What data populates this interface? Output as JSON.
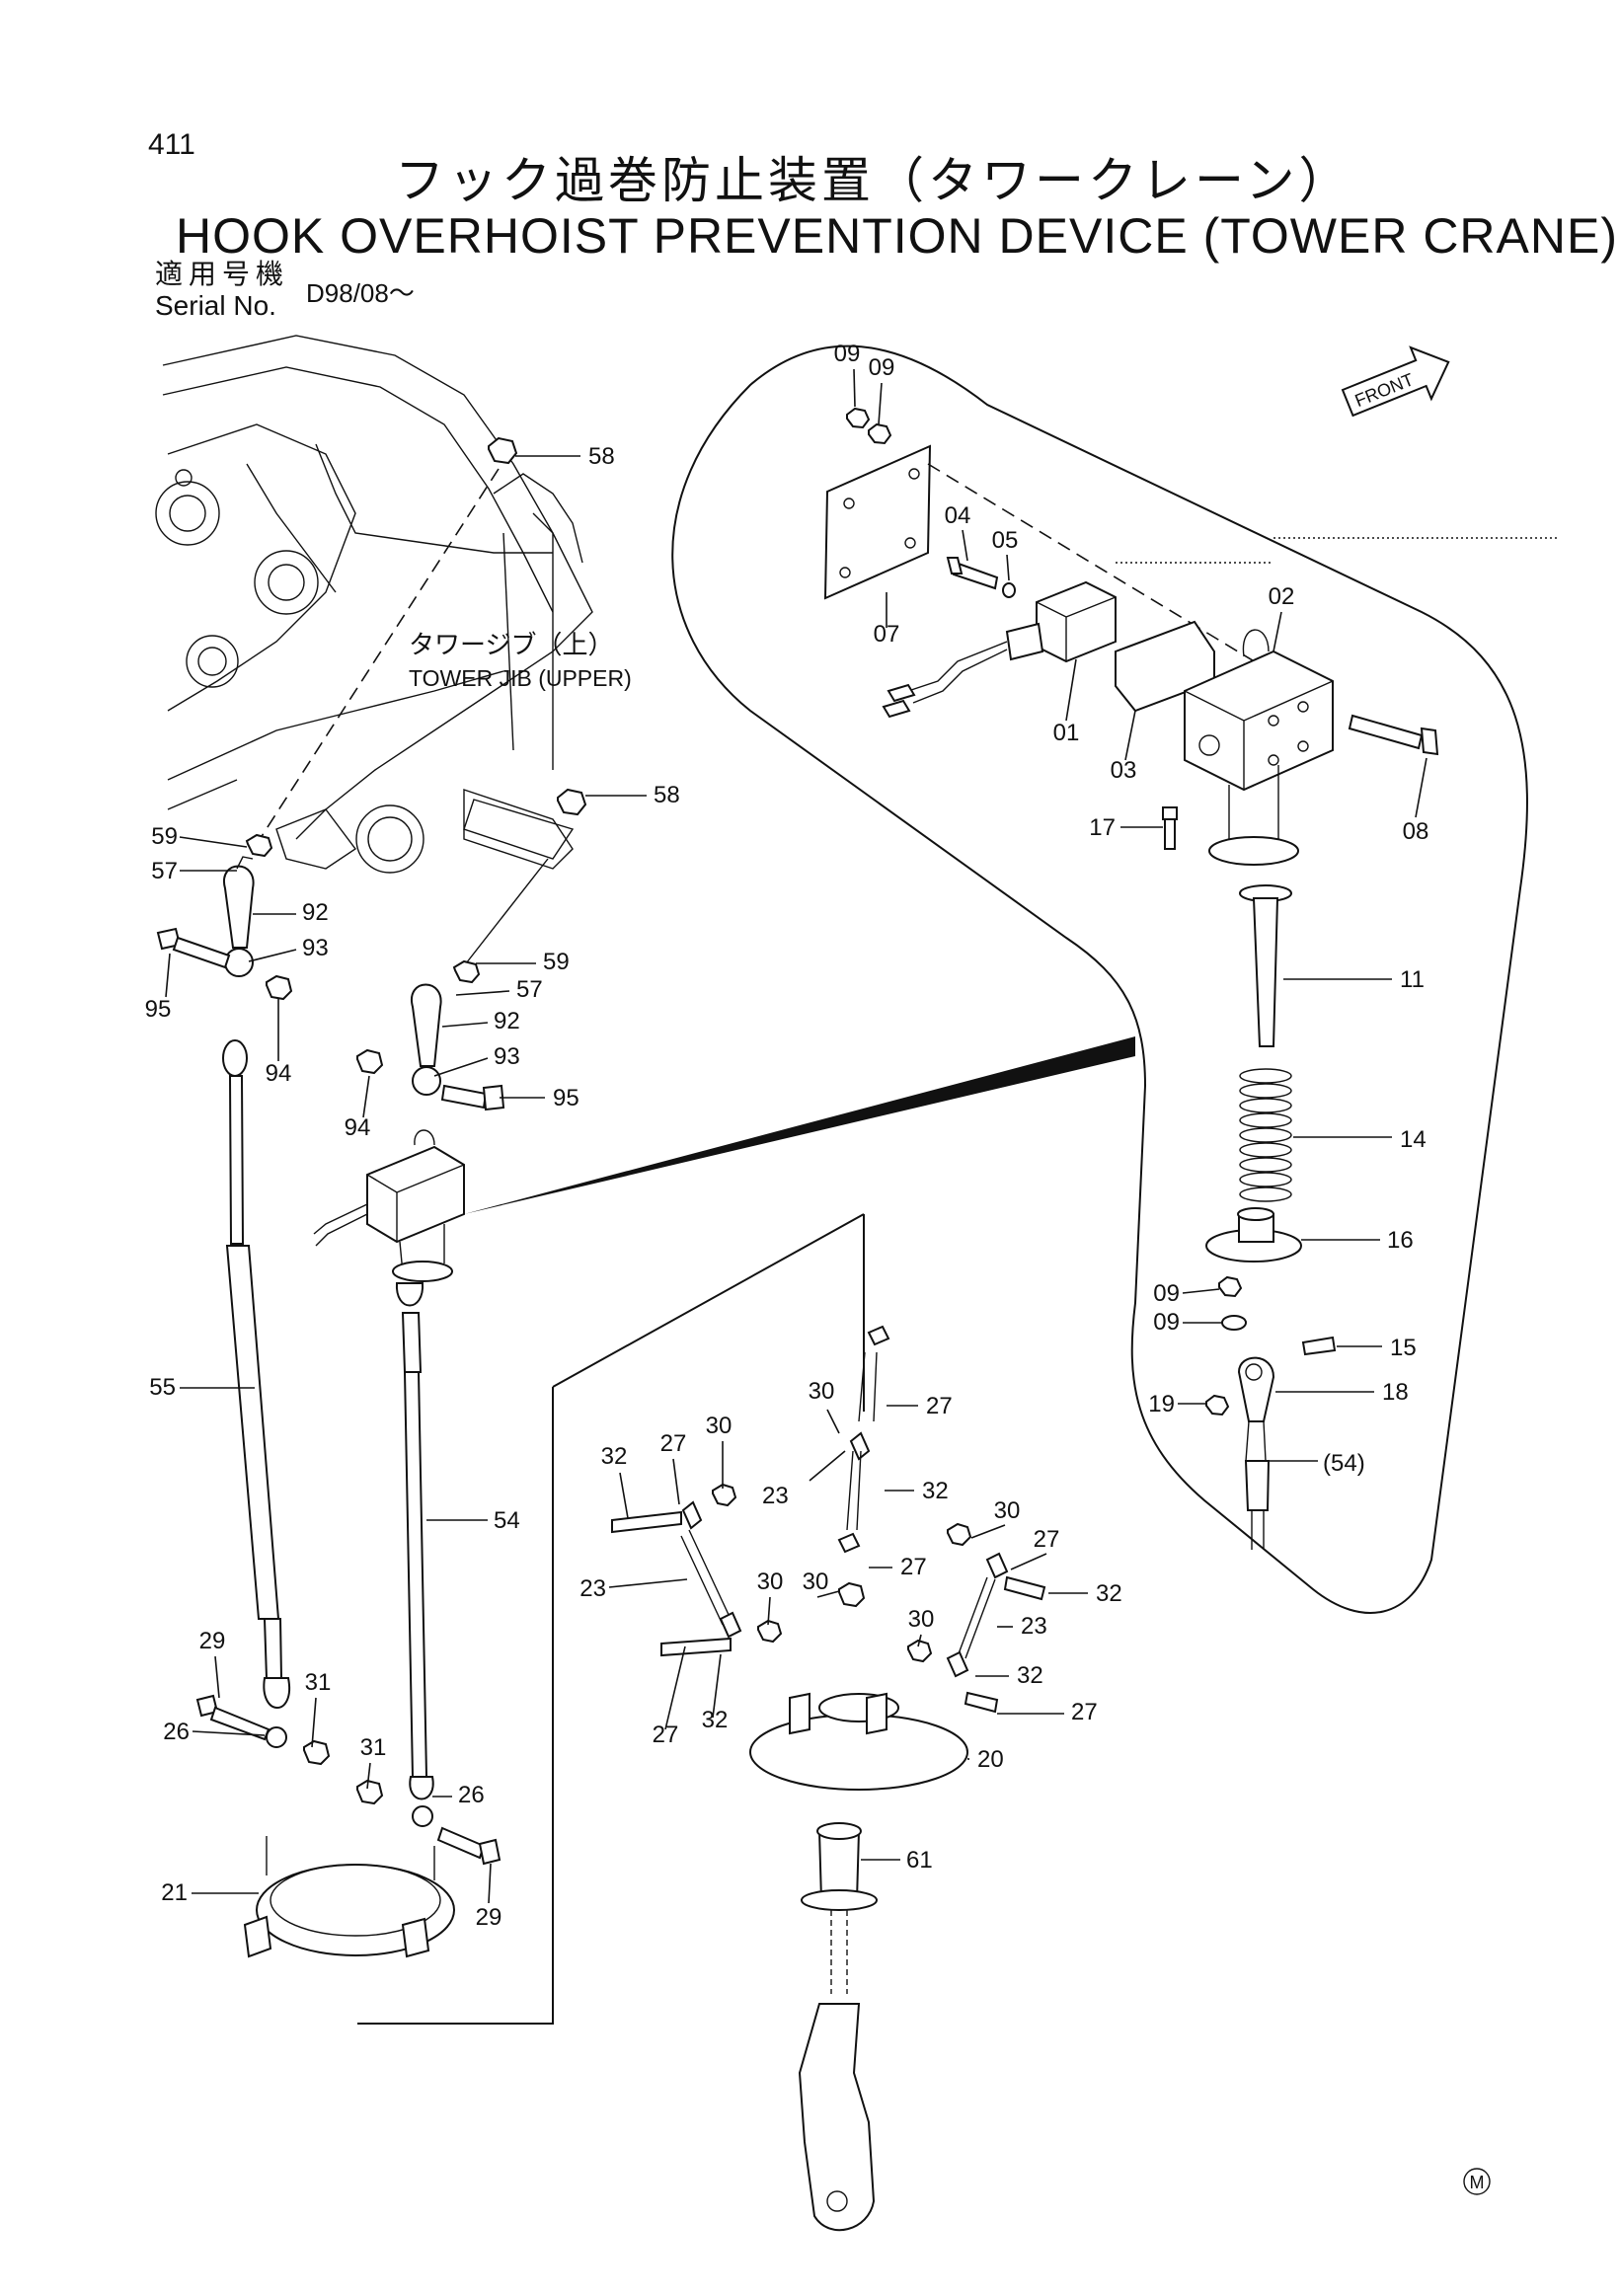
{
  "header": {
    "page_number": "411",
    "title_jp": "フック過巻防止装置（タワークレーン）",
    "title_en": "HOOK OVERHOIST PREVENTION DEVICE (TOWER CRANE)",
    "serial_label_jp": "適用号機",
    "serial_label_en": "Serial No.",
    "serial_value": "D98/08～"
  },
  "front_marker": "FRONT",
  "jib_label": {
    "jp": "タワージブ（上）",
    "en": "TOWER JIB (UPPER)"
  },
  "callouts": [
    "09",
    "09",
    "04",
    "05",
    "07",
    "02",
    "01",
    "03",
    "08",
    "17",
    "11",
    "14",
    "16",
    "09",
    "09",
    "15",
    "19",
    "18",
    "(54)",
    "58",
    "58",
    "59",
    "57",
    "92",
    "93",
    "95",
    "94",
    "59",
    "57",
    "92",
    "93",
    "94",
    "95",
    "55",
    "54",
    "29",
    "31",
    "26",
    "31",
    "26",
    "29",
    "21",
    "32",
    "27",
    "30",
    "30",
    "27",
    "23",
    "32",
    "23",
    "30",
    "30",
    "27",
    "30",
    "27",
    "32",
    "23",
    "30",
    "32",
    "27",
    "32",
    "27",
    "20",
    "61"
  ],
  "footer_mark": "M"
}
